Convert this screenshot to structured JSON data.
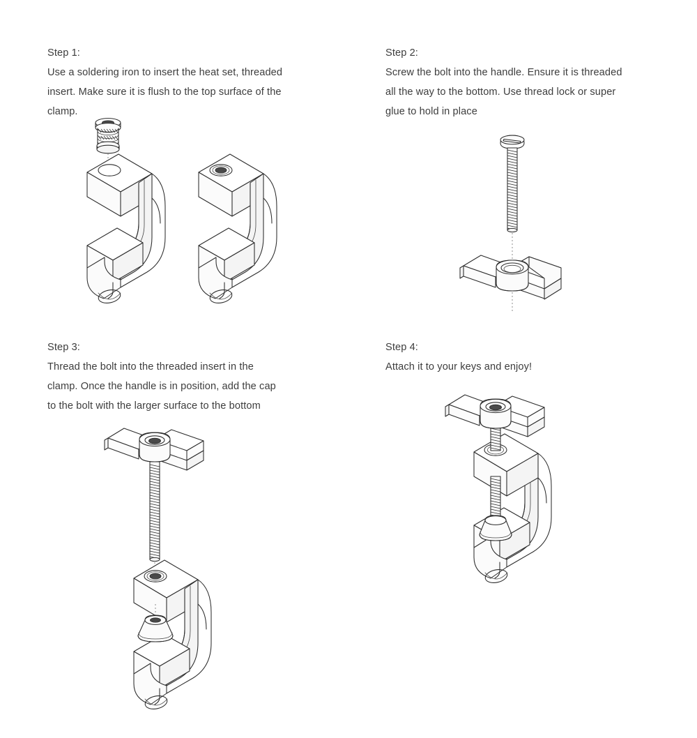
{
  "document": {
    "title": "Clamp Keychain Assembly Instructions",
    "background_color": "#ffffff",
    "text_color": "#3d3d3d",
    "line_color": "#2b2b2b"
  },
  "steps": [
    {
      "id": "step-1",
      "label": "Step 1:",
      "lines": [
        "Use a soldering iron to insert the heat set, threaded",
        "insert. Make sure it is flush to the top surface of the",
        "clamp."
      ],
      "illustration": {
        "name": "threaded-insert-and-clamps",
        "parts": [
          "heat-set-threaded-insert",
          "clamp-body-empty",
          "clamp-body-with-insert"
        ],
        "alignment_line": "dotted-vertical"
      }
    },
    {
      "id": "step-2",
      "label": "Step 2:",
      "lines": [
        "Screw the bolt into the handle. Ensure it is threaded",
        "all the way to the bottom. Use thread lock or super",
        "glue to hold in place"
      ],
      "illustration": {
        "name": "bolt-and-handle",
        "parts": [
          "pan-head-slotted-bolt",
          "t-bar-handle"
        ],
        "alignment_line": "dotted-vertical"
      }
    },
    {
      "id": "step-3",
      "label": "Step 3:",
      "lines": [
        "Thread the bolt into the threaded insert in the",
        "clamp. Once the handle is in position, add the cap",
        "to the bolt with the larger surface to the bottom"
      ],
      "illustration": {
        "name": "handle-bolt-clamp-cap-exploded",
        "parts": [
          "t-bar-handle-with-bolt",
          "clamp-body-with-insert",
          "cone-cap"
        ],
        "alignment_line": "dotted-vertical"
      }
    },
    {
      "id": "step-4",
      "label": "Step 4:",
      "lines": [
        "Attach it to your keys and enjoy!"
      ],
      "illustration": {
        "name": "final-assembly",
        "parts": [
          "t-bar-handle",
          "bolt",
          "clamp-body",
          "cone-cap"
        ],
        "alignment_line": "none"
      }
    }
  ]
}
